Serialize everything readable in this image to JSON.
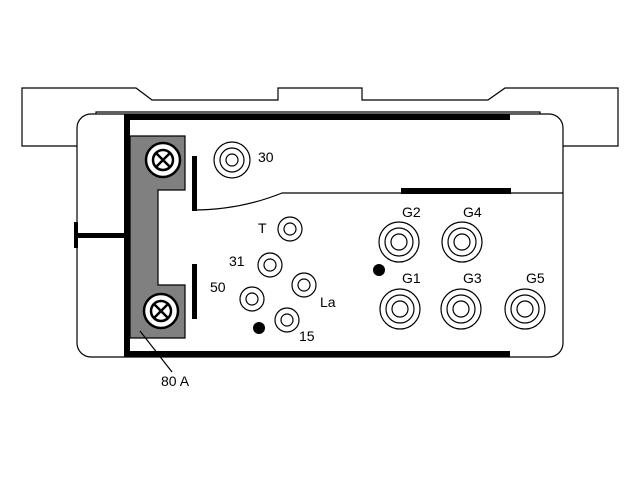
{
  "diagram": {
    "terminals": {
      "t30": "30",
      "tT": "T",
      "t31": "31",
      "t50": "50",
      "tLa": "La",
      "t15": "15",
      "g1": "G1",
      "g2": "G2",
      "g3": "G3",
      "g4": "G4",
      "g5": "G5"
    },
    "fuse_label": "80 A"
  },
  "colors": {
    "outline": "#000000",
    "bus_bar": "#808080",
    "background": "#ffffff"
  }
}
